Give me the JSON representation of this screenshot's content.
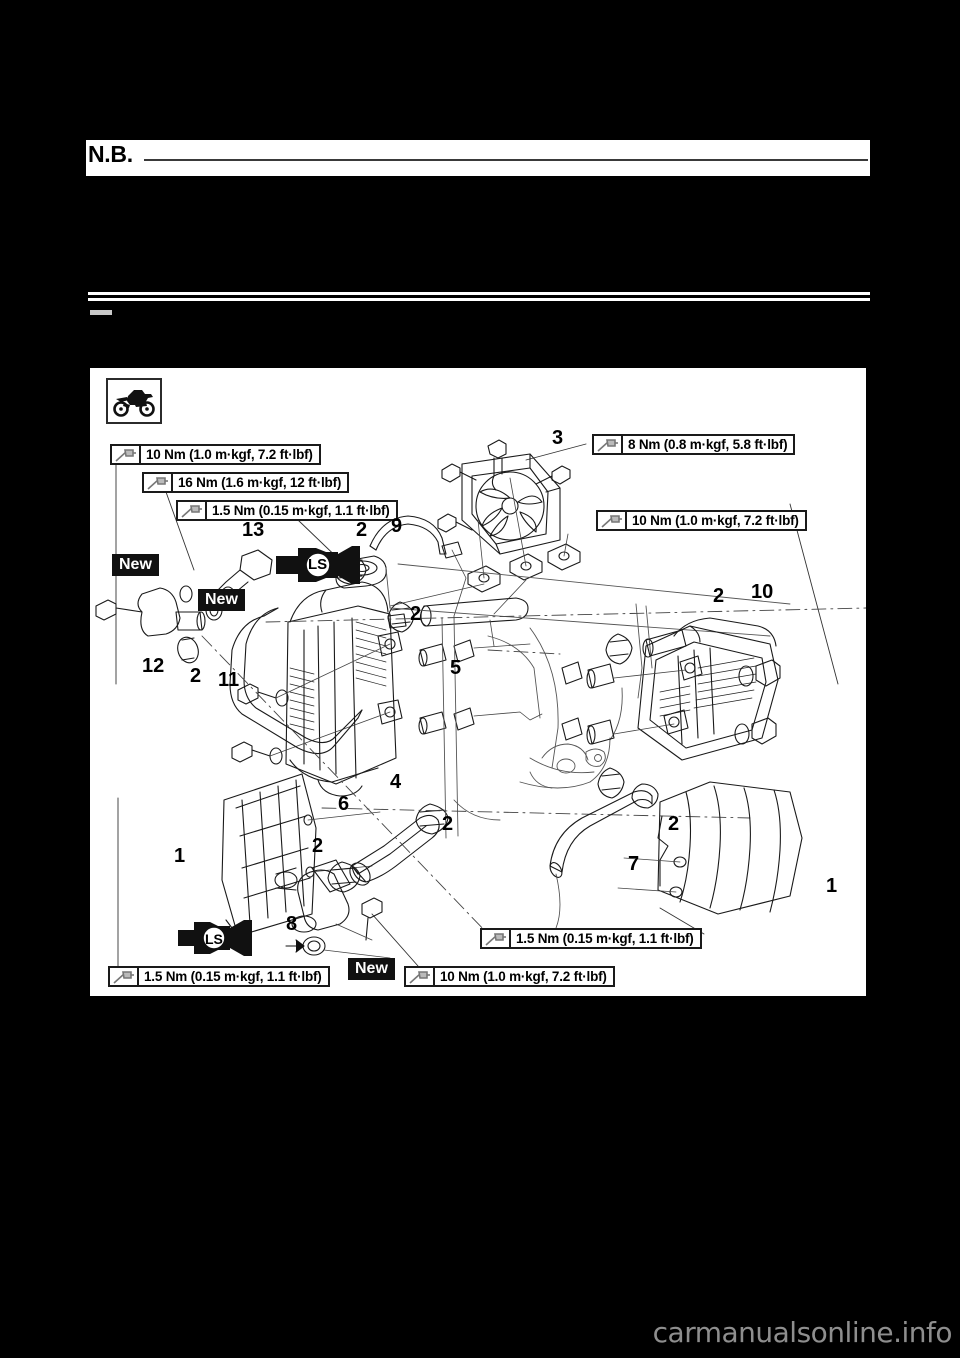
{
  "document": {
    "note_heading": "N.B.",
    "watermark": "carmanualsonline.info"
  },
  "diagram": {
    "vehicle_icon": "dirtbike-icon",
    "torque_specs": [
      {
        "id": "t1",
        "label": "10 Nm (1.0 m·kgf, 7.2 ft·lbf)"
      },
      {
        "id": "t2",
        "label": "16 Nm (1.6 m·kgf, 12 ft·lbf)"
      },
      {
        "id": "t3",
        "label": "1.5 Nm (0.15 m·kgf, 1.1 ft·lbf)"
      },
      {
        "id": "t4",
        "label": "8 Nm (0.8 m·kgf, 5.8 ft·lbf)"
      },
      {
        "id": "t5",
        "label": "10 Nm (1.0 m·kgf, 7.2 ft·lbf)"
      },
      {
        "id": "t6",
        "label": "1.5 Nm (0.15 m·kgf, 1.1 ft·lbf)"
      },
      {
        "id": "t7",
        "label": "1.5 Nm (0.15 m·kgf, 1.1 ft·lbf)"
      },
      {
        "id": "t8",
        "label": "10 Nm (1.0 m·kgf, 7.2 ft·lbf)"
      }
    ],
    "new_tags": [
      {
        "id": "n1",
        "label": "New"
      },
      {
        "id": "n2",
        "label": "New"
      },
      {
        "id": "n3",
        "label": "New"
      }
    ],
    "lubricant_symbols": [
      {
        "id": "ls1",
        "label": "LS"
      },
      {
        "id": "ls2",
        "label": "LS"
      }
    ],
    "part_callouts": [
      {
        "id": "c13",
        "label": "13"
      },
      {
        "id": "c2a",
        "label": "2"
      },
      {
        "id": "c9",
        "label": "9"
      },
      {
        "id": "c3",
        "label": "3"
      },
      {
        "id": "c2b",
        "label": "2"
      },
      {
        "id": "c10",
        "label": "10"
      },
      {
        "id": "c2c",
        "label": "2"
      },
      {
        "id": "c12",
        "label": "12"
      },
      {
        "id": "c2d",
        "label": "2"
      },
      {
        "id": "c11",
        "label": "11"
      },
      {
        "id": "c5",
        "label": "5"
      },
      {
        "id": "c4",
        "label": "4"
      },
      {
        "id": "c6",
        "label": "6"
      },
      {
        "id": "c2e",
        "label": "2"
      },
      {
        "id": "c1a",
        "label": "1"
      },
      {
        "id": "c2f",
        "label": "2"
      },
      {
        "id": "c8",
        "label": "8"
      },
      {
        "id": "c7",
        "label": "7"
      },
      {
        "id": "c2g",
        "label": "2"
      },
      {
        "id": "c1b",
        "label": "1"
      }
    ]
  }
}
